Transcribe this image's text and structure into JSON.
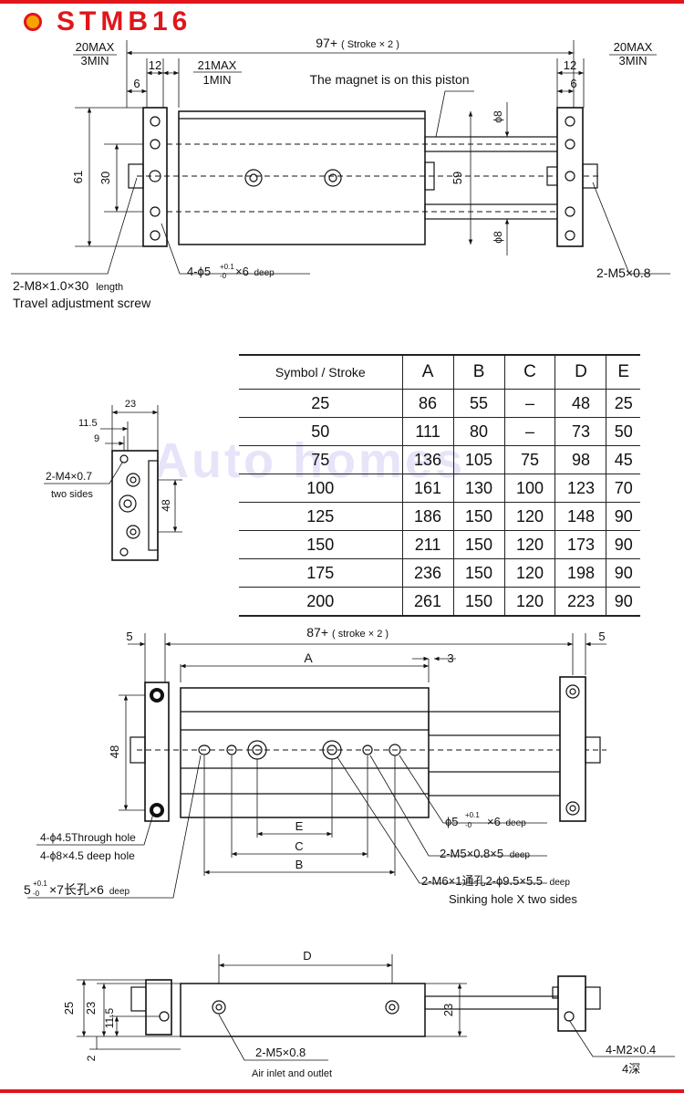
{
  "title": "STMB16",
  "colors": {
    "accent": "#e0161b",
    "dot": "#f4a300"
  },
  "top_view": {
    "dim_total": "97+",
    "dim_total_note": "( Stroke × 2 )",
    "left_max": "20MAX",
    "left_min": "3MIN",
    "right_max": "20MAX",
    "right_min": "3MIN",
    "dim_12_left": "12",
    "dim_6_left": "6",
    "dim_21max": "21MAX",
    "dim_1min": "1MIN",
    "dim_12_right": "12",
    "dim_6_right": "6",
    "magnet_note": "The magnet is on this piston",
    "dim_61": "61",
    "dim_30": "30",
    "dim_59": "59",
    "phi8_top": "ϕ8",
    "phi8_bottom": "ϕ8",
    "screw_label": "2-M8×1.0×30",
    "screw_label_suffix": "length",
    "screw_desc": "Travel adjustment screw",
    "hole_label": "4-ϕ5",
    "hole_tol_upper": "+0.1",
    "hole_tol_lower": "-0",
    "hole_depth": "×6",
    "hole_depth_suffix": "deep",
    "right_thread": "2-M5×0.8"
  },
  "side_view": {
    "dim_23": "23",
    "dim_11_5": "11.5",
    "dim_9": "9",
    "thread": "2-M4×0.7",
    "thread_note": "two sides",
    "dim_48": "48"
  },
  "table": {
    "headers": [
      "Symbol / Stroke",
      "A",
      "B",
      "C",
      "D",
      "E"
    ],
    "rows": [
      [
        "25",
        "86",
        "55",
        "–",
        "48",
        "25"
      ],
      [
        "50",
        "111",
        "80",
        "–",
        "73",
        "50"
      ],
      [
        "75",
        "136",
        "105",
        "75",
        "98",
        "45"
      ],
      [
        "100",
        "161",
        "130",
        "100",
        "123",
        "70"
      ],
      [
        "125",
        "186",
        "150",
        "120",
        "148",
        "90"
      ],
      [
        "150",
        "211",
        "150",
        "120",
        "173",
        "90"
      ],
      [
        "175",
        "236",
        "150",
        "120",
        "198",
        "90"
      ],
      [
        "200",
        "261",
        "150",
        "120",
        "223",
        "90"
      ]
    ]
  },
  "watermark": "Auto homes",
  "bottom_view": {
    "dim_5_left": "5",
    "dim_total": "87+",
    "dim_total_note": "( stroke × 2 )",
    "dim_5_right": "5",
    "dim_A": "A",
    "dim_3": "3",
    "dim_48": "48",
    "dim_E": "E",
    "dim_C": "C",
    "dim_B": "B",
    "through_hole": "4-ϕ4.5Through hole",
    "deep_hole": "4-ϕ8×4.5 deep hole",
    "slot_label": "5",
    "slot_tol_upper": "+0.1",
    "slot_tol_lower": "-0",
    "slot_rest": "×7长孔×6",
    "slot_suffix": "deep",
    "phi5_label": "ϕ5",
    "phi5_tol_upper": "+0.1",
    "phi5_tol_lower": "-0",
    "phi5_rest": "×6",
    "phi5_suffix": "deep",
    "m5_label": "2-M5×0.8×5",
    "m5_suffix": "deep",
    "m6_label": "2-M6×1通孔2-ϕ9.5×5.5",
    "m6_suffix": "deep",
    "sinking_note": "Sinking hole X two sides"
  },
  "front_view": {
    "dim_D": "D",
    "dim_25": "25",
    "dim_23_left": "23",
    "dim_11_5": "11.5",
    "dim_2": "2",
    "dim_23_right": "23",
    "air_label": "2-M5×0.8",
    "air_note": "Air inlet and outlet",
    "m2_label": "4-M2×0.4",
    "m2_note": "4深"
  }
}
